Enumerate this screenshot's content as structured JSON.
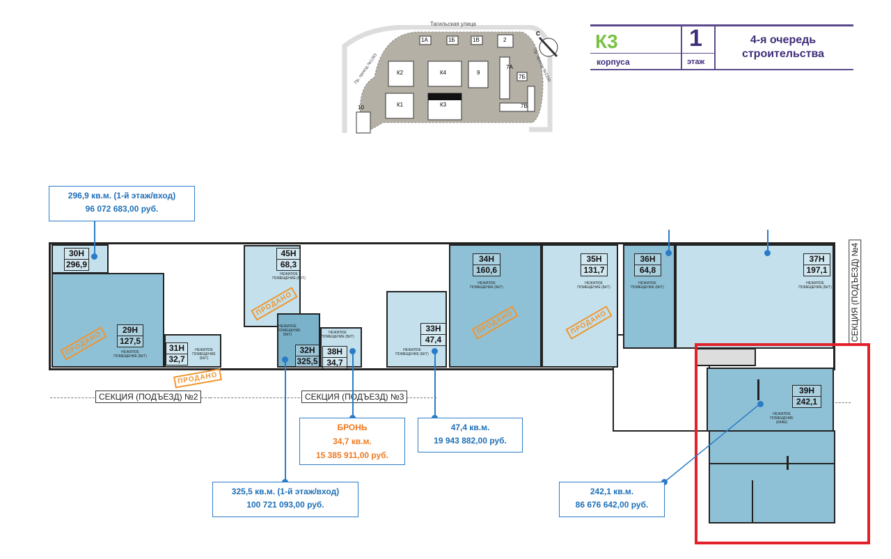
{
  "header": {
    "building": "К3",
    "building_label": "корпуса",
    "floor": "1",
    "floor_label": "этаж",
    "phase": "4-я очередь строительства",
    "colors": {
      "building": "#7ac143",
      "frame": "#5b4a8c"
    }
  },
  "site_map": {
    "street": "Тагильская улица",
    "road_left": "Пр. проезд №1283",
    "road_right": "Пр. проезд №1290",
    "compass": "С",
    "blocks": [
      "1А",
      "1Б",
      "1В",
      "2",
      "К2",
      "К4",
      "9",
      "7А",
      "7Б",
      "К1",
      "К3",
      "7В",
      "10"
    ]
  },
  "units": [
    {
      "id": "30Н",
      "area": "296,9"
    },
    {
      "id": "29Н",
      "area": "127,5",
      "type": "НЕЖИЛОЕ ПОМЕЩЕНИЕ (БКТ)"
    },
    {
      "id": "31Н",
      "area": "32,7",
      "type": "НЕЖИЛОЕ ПОМЕЩЕНИЕ (БКТ)"
    },
    {
      "id": "45Н",
      "area": "68,3",
      "type": "НЕЖИЛОЕ ПОМЕЩЕНИЕ (БКТ)"
    },
    {
      "id": "32Н",
      "area": "325,5",
      "type": "НЕЖИЛОЕ ПОМЕЩЕНИЕ (БКТ)"
    },
    {
      "id": "38Н",
      "area": "34,7",
      "type": "НЕЖИЛОЕ ПОМЕЩЕНИЕ (БКТ)"
    },
    {
      "id": "33Н",
      "area": "47,4",
      "type": "НЕЖИЛОЕ ПОМЕЩЕНИЕ (БКТ)"
    },
    {
      "id": "34Н",
      "area": "160,6",
      "type": "НЕЖИЛОЕ ПОМЕЩЕНИЕ (БКТ)"
    },
    {
      "id": "35Н",
      "area": "131,7",
      "type": "НЕЖИЛОЕ ПОМЕЩЕНИЕ (БКТ)"
    },
    {
      "id": "36Н",
      "area": "64,8",
      "type": "НЕЖИЛОЕ ПОМЕЩЕНИЕ (БКТ)"
    },
    {
      "id": "37Н",
      "area": "197,1",
      "type": "НЕЖИЛОЕ ПОМЕЩЕНИЕ (БКТ)"
    },
    {
      "id": "39Н",
      "area": "242,1",
      "type": "НЕЖИЛОЕ ПОМЕЩЕНИЕ (КАФЕ)"
    }
  ],
  "sold_label": "ПРОДАНО",
  "sections": [
    "СЕКЦИЯ (ПОДЪЕЗД) №2",
    "СЕКЦИЯ (ПОДЪЕЗД) №3",
    "СЕКЦИЯ (ПОДЪЕЗД) №4"
  ],
  "callouts": {
    "c30": {
      "line1": "296,9 кв.м. (1-й этаж/вход)",
      "line2": "96 072 683,00 руб."
    },
    "c38": {
      "status": "БРОНЬ",
      "line1": "34,7 кв.м.",
      "line2": "15 385 911,00 руб."
    },
    "c33": {
      "line1": "47,4 кв.м.",
      "line2": "19 943 882,00 руб."
    },
    "c32": {
      "line1": "325,5 кв.м. (1-й этаж/вход)",
      "line2": "100 721 093,00 руб."
    },
    "c39": {
      "line1": "242,1 кв.м.",
      "line2": "86 676 642,00 руб."
    }
  },
  "colors": {
    "unit_light": "#c3e0ec",
    "unit_mid": "#8fc1d6",
    "unit_dark": "#7ab2ca",
    "callout": "#2a7cc7",
    "reserved": "#ee7a22",
    "sold": "#f0952e",
    "highlight": "#e3202a"
  }
}
